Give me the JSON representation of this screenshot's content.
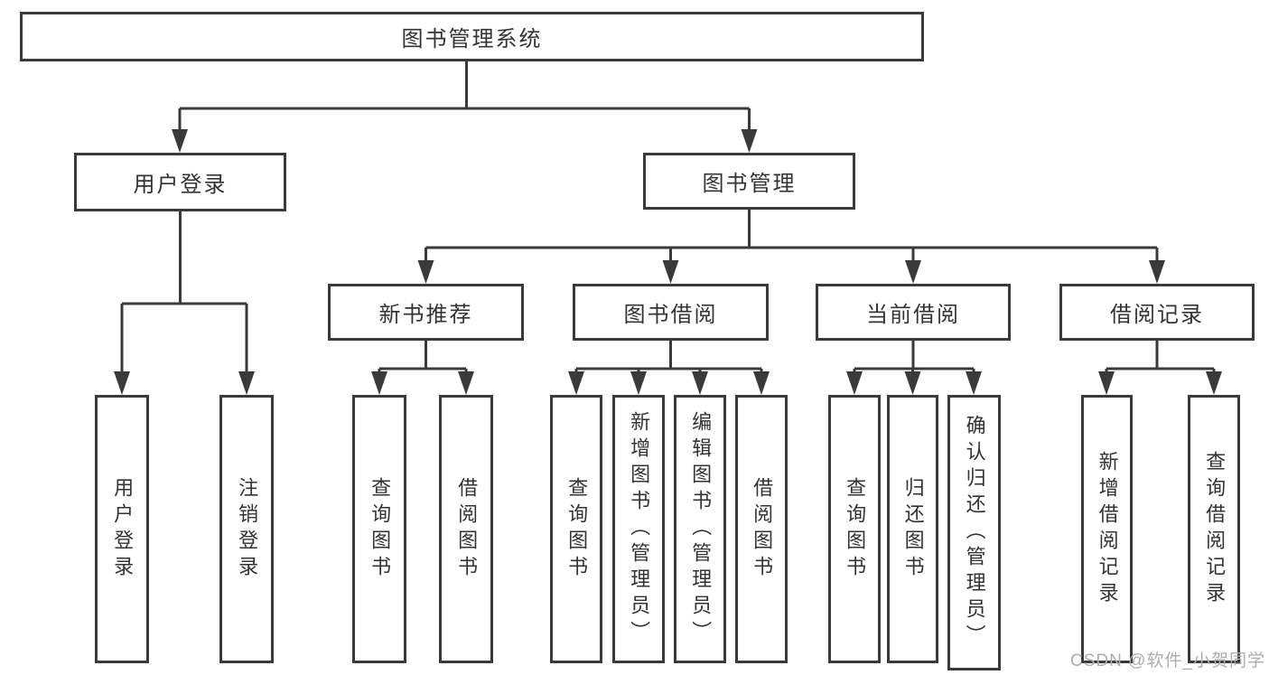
{
  "tree": {
    "root": {
      "label": "图书管理系统",
      "children": [
        {
          "label": "用户登录",
          "children": [
            {
              "label": "用户登录"
            },
            {
              "label": "注销登录"
            }
          ]
        },
        {
          "label": "图书管理",
          "children": [
            {
              "label": "新书推荐",
              "children": [
                {
                  "label": "查询图书"
                },
                {
                  "label": "借阅图书"
                }
              ]
            },
            {
              "label": "图书借阅",
              "children": [
                {
                  "label": "查询图书"
                },
                {
                  "label": "新增图书（管理员）"
                },
                {
                  "label": "编辑图书（管理员）"
                },
                {
                  "label": "借阅图书"
                }
              ]
            },
            {
              "label": "当前借阅",
              "children": [
                {
                  "label": "查询图书"
                },
                {
                  "label": "归还图书"
                },
                {
                  "label": "确认归还（管理员）"
                }
              ]
            },
            {
              "label": "借阅记录",
              "children": [
                {
                  "label": "新增借阅记录"
                },
                {
                  "label": "查询借阅记录"
                }
              ]
            }
          ]
        }
      ]
    }
  },
  "watermark": {
    "text": "CSDN @软件_小贺同学"
  },
  "colors": {
    "line": "#3a3a3a",
    "text": "#333333",
    "watermark": "#adadad",
    "background": "#ffffff"
  }
}
